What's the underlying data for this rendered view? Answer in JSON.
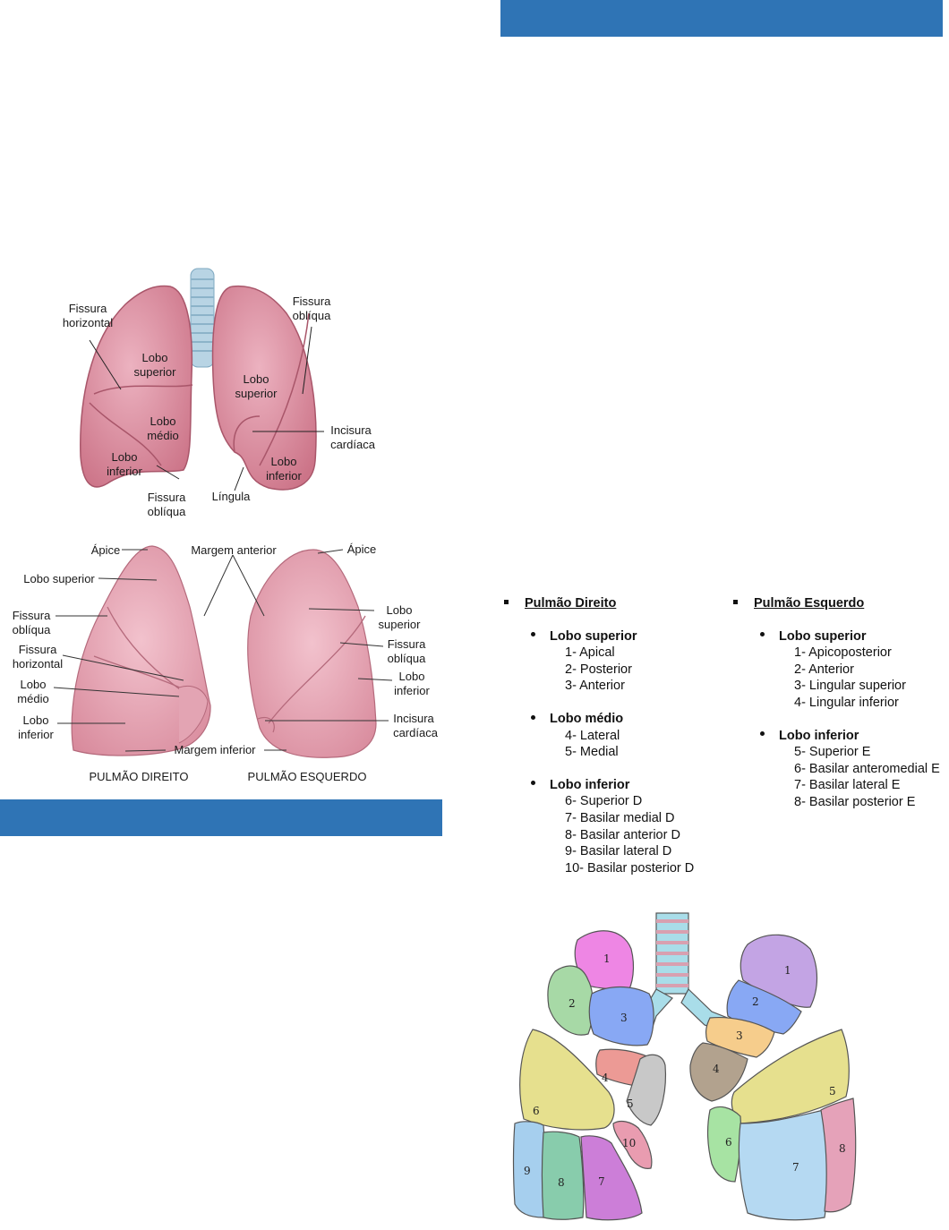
{
  "anterior_view": {
    "labels": {
      "fissura_horizontal": [
        "Fissura",
        "horizontal"
      ],
      "fissura_obliqua_top": [
        "Fissura",
        "oblíqua"
      ],
      "lobo_superior_r": [
        "Lobo",
        "superior"
      ],
      "lobo_superior_l": [
        "Lobo",
        "superior"
      ],
      "lobo_medio": [
        "Lobo",
        "médio"
      ],
      "incisura_cardiaca": [
        "Incisura",
        "cardíaca"
      ],
      "lobo_inferior_r": [
        "Lobo",
        "inferior"
      ],
      "lobo_inferior_l": [
        "Lobo",
        "inferior"
      ],
      "fissura_obliqua_bottom": [
        "Fissura",
        "oblíqua"
      ],
      "lingula": "Língula"
    }
  },
  "medial_view": {
    "labels": {
      "apice_r": "Ápice",
      "margem_anterior": "Margem anterior",
      "apice_l": "Ápice",
      "lobo_superior_r": "Lobo superior",
      "fissura_obliqua_r": [
        "Fissura",
        "oblíqua"
      ],
      "fissura_horizontal_r": [
        "Fissura",
        "horizontal"
      ],
      "lobo_medio_r": [
        "Lobo",
        "médio"
      ],
      "lobo_inferior_r": [
        "Lobo",
        "inferior"
      ],
      "lobo_superior_l": [
        "Lobo",
        "superior"
      ],
      "fissura_obliqua_l": [
        "Fissura",
        "oblíqua"
      ],
      "lobo_inferior_l": [
        "Lobo",
        "inferior"
      ],
      "incisura_cardiaca_l": [
        "Incisura",
        "cardíaca"
      ],
      "margem_inferior": "Margem inferior",
      "caption_r": "PULMÃO DIREITO",
      "caption_l": "PULMÃO ESQUERDO"
    }
  },
  "segments_list": {
    "right": {
      "title": "Pulmão Direito",
      "lobes": [
        {
          "name": "Lobo superior",
          "items": [
            "1- Apical",
            "2- Posterior",
            "3- Anterior"
          ]
        },
        {
          "name": "Lobo médio",
          "items": [
            "4- Lateral",
            "5- Medial"
          ]
        },
        {
          "name": "Lobo inferior",
          "items": [
            "6- Superior D",
            "7- Basilar medial D",
            "8- Basilar anterior D",
            "9- Basilar lateral D",
            "10- Basilar posterior D"
          ]
        }
      ]
    },
    "left": {
      "title": "Pulmão Esquerdo",
      "lobes": [
        {
          "name": "Lobo superior",
          "items": [
            "1- Apicoposterior",
            "2- Anterior",
            "3- Lingular superior",
            "4- Lingular inferior"
          ]
        },
        {
          "name": "Lobo inferior",
          "items": [
            "5- Superior E",
            "6- Basilar anteromedial E",
            "7- Basilar lateral E",
            "8- Basilar posterior E"
          ]
        }
      ]
    }
  },
  "segment_diagram": {
    "right_numbers": [
      "1",
      "2",
      "3",
      "4",
      "5",
      "6",
      "7",
      "8",
      "9",
      "10"
    ],
    "left_numbers": [
      "1",
      "2",
      "3",
      "4",
      "5",
      "6",
      "7",
      "8"
    ]
  },
  "colors": {
    "bar": "#2f74b5",
    "lung": "#d98a9c",
    "lung_light": "#eab0bd"
  }
}
